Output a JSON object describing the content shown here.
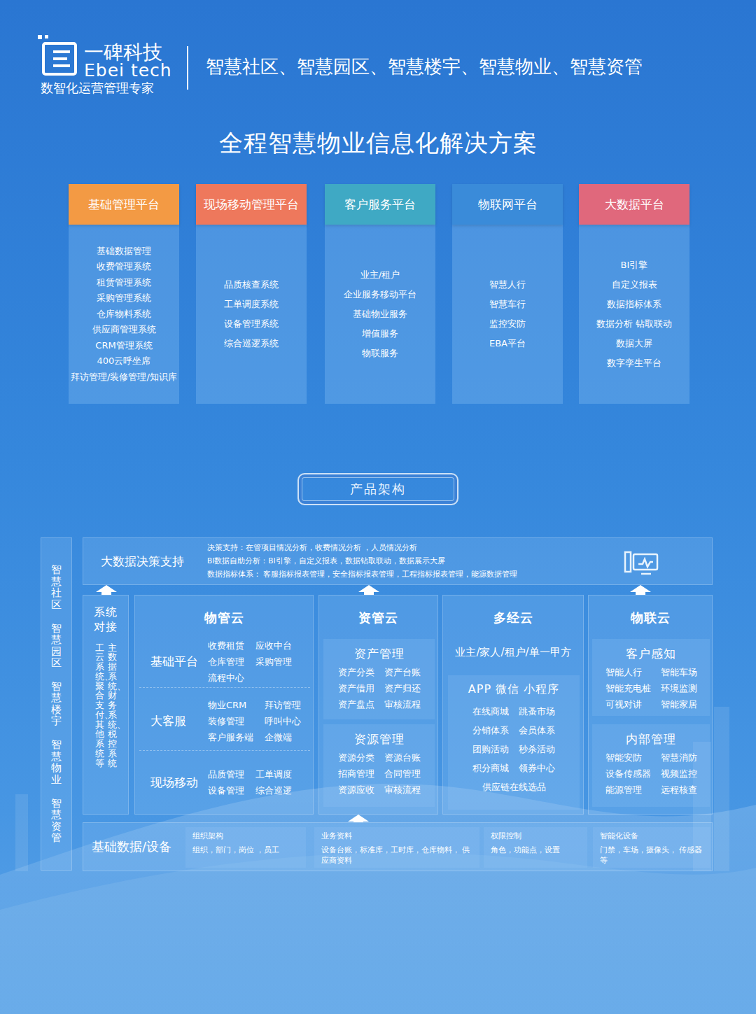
{
  "diagram": {
    "title": "全程智慧物业信息化解决方案",
    "nodes": [
      {
        "text": [
          "基础管理平台",
          "基础数据管理",
          "收费管理系统",
          "租赁管理系统",
          "采购管理系统",
          "仓库物料系统",
          "供应商管理系统",
          "CRM管理系统",
          "400云呼坐席",
          "拜访管理/装修管理/知识库"
        ]
      },
      {
        "text": [
          "现场移动管理平台",
          "品质核查系统",
          "工单调度系统",
          "设备管理系统",
          "综合巡逻系统"
        ]
      },
      {
        "text": [
          "客户服务平台",
          "业主/租户",
          "企业服务移动平台",
          "基础物业服务",
          "增值服务",
          "物联服务"
        ]
      },
      {
        "text": [
          "物联网平台",
          "智慧人行",
          "智慧车行",
          "监控安防",
          "EBA平台"
        ]
      },
      {
        "text": [
          "大数据平台",
          "BI引擎",
          "自定义报表",
          "数据指标体系",
          "数据分析 钻取联动",
          "数据大屏",
          "数字孪生平台"
        ]
      },
      {
        "text": [
          "产品架构"
        ]
      },
      {
        "text": [
          "智慧社区",
          "智慧园区",
          "智慧楼宇",
          "智慧物业",
          "智慧资管"
        ]
      },
      {
        "text": [
          "大数据决策支持",
          "决策支持：在管项目情况分析，收费情况分析 ，人员情况分析",
          "BI数据自助分析：BI引擎，自定义报表，数据钻取联动，数据展示大屏",
          "数据指标体系： 客服指标报表管理，安全指标报表管理，工程指标报表管理，能源数据管理"
        ]
      },
      {
        "text": [
          "系统对接",
          "主数据系统、财务系统、税控系统",
          "工云系统、聚合支付、其他系统等"
        ]
      },
      {
        "text": [
          "物管云"
        ]
      },
      {
        "text": [
          "基础平台",
          "收费租赁",
          "应收中台",
          "仓库管理",
          "采购管理",
          "流程中心"
        ],
        "in": 9
      },
      {
        "text": [
          "大客服",
          "物业CRM",
          "拜访管理",
          "装修管理",
          "呼叫中心",
          "客户服务端",
          "企微端"
        ],
        "in": 9
      },
      {
        "text": [
          "现场移动",
          "品质管理",
          "工单调度",
          "设备管理",
          "综合巡逻"
        ],
        "in": 9
      },
      {
        "text": [
          "资管云"
        ]
      },
      {
        "text": [
          "资产管理",
          "资产分类",
          "资产台账",
          "资产借用",
          "资产归还",
          "资产盘点",
          "审核流程"
        ],
        "in": 13
      },
      {
        "text": [
          "资源管理",
          "资源分类",
          "资源台账",
          "招商管理",
          "合同管理",
          "资源应收",
          "审核流程"
        ],
        "in": 13
      },
      {
        "text": [
          "多经云",
          "业主/家人/租户/单一甲方"
        ]
      },
      {
        "text": [
          "APP 微信 小程序",
          "在线商城",
          "跳蚤市场",
          "分销体系",
          "会员体系",
          "团购活动",
          "秒杀活动",
          "积分商城",
          "领券中心",
          "供应链在线选品"
        ],
        "in": 16
      },
      {
        "text": [
          "物联云"
        ]
      },
      {
        "text": [
          "客户感知",
          "智能人行",
          "智能车场",
          "智能充电桩",
          "环境监测",
          "可视对讲",
          "智能家居"
        ],
        "in": 18
      },
      {
        "text": [
          "内部管理",
          "智能安防",
          "智慧消防",
          "设备传感器",
          "视频监控",
          "能源管理",
          "远程核查"
        ],
        "in": 18
      },
      {
        "text": [
          "基础数据/设备"
        ]
      },
      {
        "text": [
          "组织架构",
          "组织，部门，岗位 ，员工"
        ],
        "in": 21
      },
      {
        "text": [
          "业务资料",
          "设备台账，标准库，工时库，仓库物料， 供应商资料"
        ],
        "in": 21
      },
      {
        "text": [
          "权限控制",
          "角色，功能点，设置"
        ],
        "in": 21
      },
      {
        "text": [
          "智能化设备",
          "门禁，车场，摄像头， 传感器等"
        ],
        "in": 21
      }
    ],
    "edges": [
      {
        "from": 8,
        "to": 7,
        "arrow": "to"
      },
      {
        "from": 13,
        "to": 7,
        "arrow": "to"
      },
      {
        "from": 18,
        "to": 7,
        "arrow": "to"
      },
      {
        "from": 21,
        "to": 13,
        "arrow": "to"
      }
    ],
    "labels": [
      "一碑科技",
      "Ebei tech",
      "数智化运营管理专家",
      "智慧社区、智慧园区、智慧楼宇、智慧物业、智慧资管"
    ]
  }
}
